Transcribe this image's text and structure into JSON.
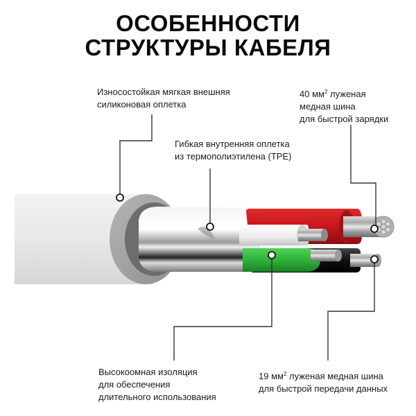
{
  "title": {
    "line1": "ОСОБЕННОСТИ",
    "line2": "СТРУКТУРЫ  КАБЕЛЯ"
  },
  "callouts": [
    {
      "id": "outer-sheath",
      "lines": [
        "Износостойкая мягкая внешняя",
        "силиконовая оплетка"
      ],
      "points_to": "outer white silicone jacket"
    },
    {
      "id": "inner-braid",
      "lines": [
        "Гибкая внутренняя оплетка",
        "из термополиэтилена (TPE)"
      ],
      "points_to": "inner metallic TPE braid"
    },
    {
      "id": "power-wire",
      "line1_prefix": "40 мм",
      "line1_sup": "2",
      "line1_suffix": " луженая",
      "lines": [
        "медная шина",
        "для быстрой зарядки"
      ],
      "points_to": "red-insulated thick copper conductor"
    },
    {
      "id": "insulation",
      "lines": [
        "Высокоомная изоляция",
        "для обеспечения",
        "длительного использования"
      ],
      "points_to": "green-insulated conductor"
    },
    {
      "id": "data-wire",
      "line1_prefix": "19 мм",
      "line1_sup": "2",
      "line1_suffix": " луженая медная шина",
      "lines": [
        "для быстрой передачи данных"
      ],
      "points_to": "black-insulated conductor"
    }
  ],
  "colors": {
    "red_wire": "#c8161b",
    "green_wire": "#2fb23a",
    "black_wire": "#111111",
    "white_wire": "#eeeeee",
    "jacket": "#e6e6e6",
    "copper_tinned": "#b8b8b8"
  }
}
